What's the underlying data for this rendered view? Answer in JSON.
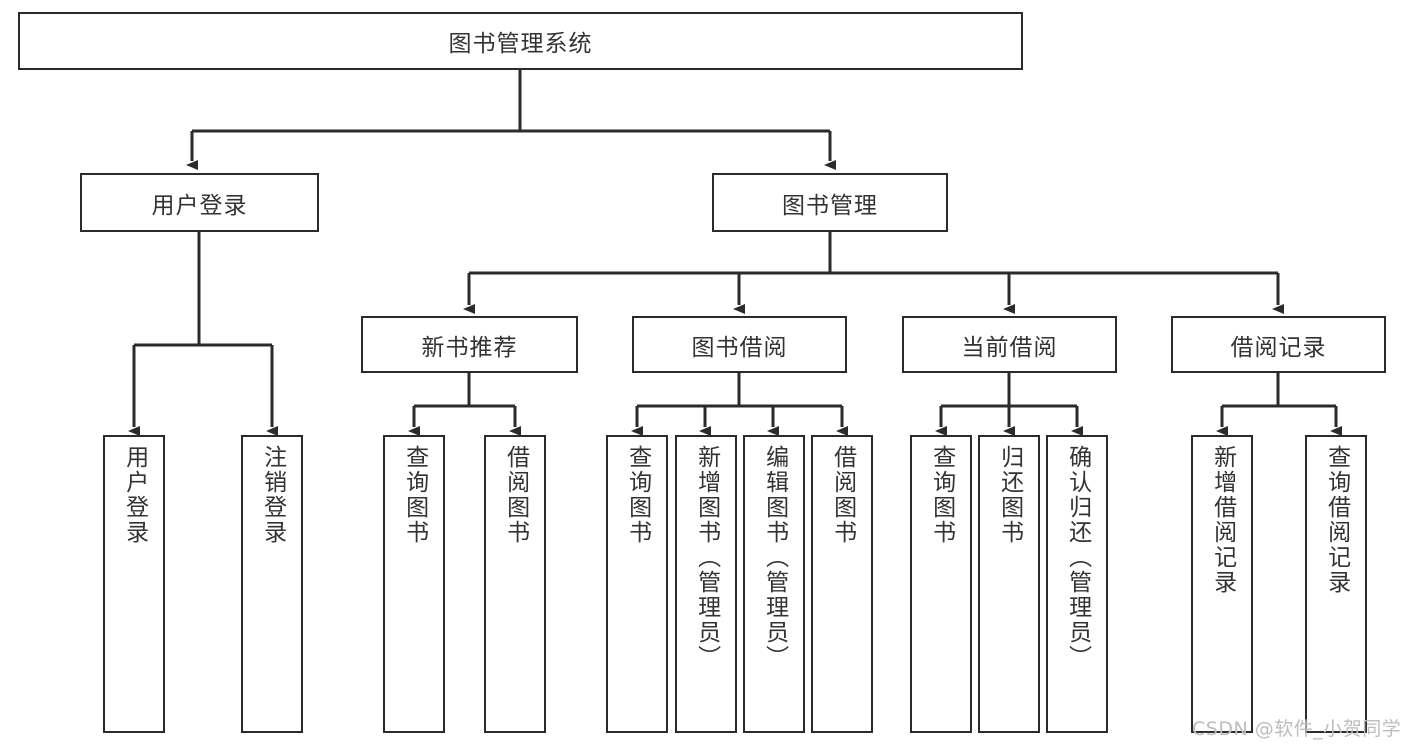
{
  "diagram": {
    "title": "图书管理系统",
    "type": "tree-hierarchy-diagram",
    "line_color": "#2b2b2b",
    "text_color": "#333333",
    "background_color": "#ffffff",
    "watermark": "CSDN @软件_小贺同学",
    "watermark_color": "#bdbdbd",
    "root": {
      "label": "图书管理系统",
      "orientation": "horizontal"
    },
    "level2": [
      {
        "label": "用户登录",
        "orientation": "horizontal"
      },
      {
        "label": "图书管理",
        "orientation": "horizontal"
      }
    ],
    "level3": [
      {
        "label": "新书推荐",
        "orientation": "horizontal",
        "parent": "图书管理"
      },
      {
        "label": "图书借阅",
        "orientation": "horizontal",
        "parent": "图书管理"
      },
      {
        "label": "当前借阅",
        "orientation": "horizontal",
        "parent": "图书管理"
      },
      {
        "label": "借阅记录",
        "orientation": "horizontal",
        "parent": "图书管理"
      }
    ],
    "leaves": [
      {
        "label": "用户登录",
        "orientation": "vertical",
        "parent": "用户登录"
      },
      {
        "label": "注销登录",
        "orientation": "vertical",
        "parent": "用户登录"
      },
      {
        "label": "查询图书",
        "orientation": "vertical",
        "parent": "新书推荐"
      },
      {
        "label": "借阅图书",
        "orientation": "vertical",
        "parent": "新书推荐"
      },
      {
        "label": "查询图书",
        "orientation": "vertical",
        "parent": "图书借阅"
      },
      {
        "label": "新增图书（管理员）",
        "orientation": "vertical",
        "parent": "图书借阅"
      },
      {
        "label": "编辑图书（管理员）",
        "orientation": "vertical",
        "parent": "图书借阅"
      },
      {
        "label": "借阅图书",
        "orientation": "vertical",
        "parent": "图书借阅"
      },
      {
        "label": "查询图书",
        "orientation": "vertical",
        "parent": "当前借阅"
      },
      {
        "label": "归还图书",
        "orientation": "vertical",
        "parent": "当前借阅"
      },
      {
        "label": "确认归还（管理员）",
        "orientation": "vertical",
        "parent": "当前借阅"
      },
      {
        "label": "新增借阅记录",
        "orientation": "vertical",
        "parent": "借阅记录"
      },
      {
        "label": "查询借阅记录",
        "orientation": "vertical",
        "parent": "借阅记录"
      }
    ]
  }
}
